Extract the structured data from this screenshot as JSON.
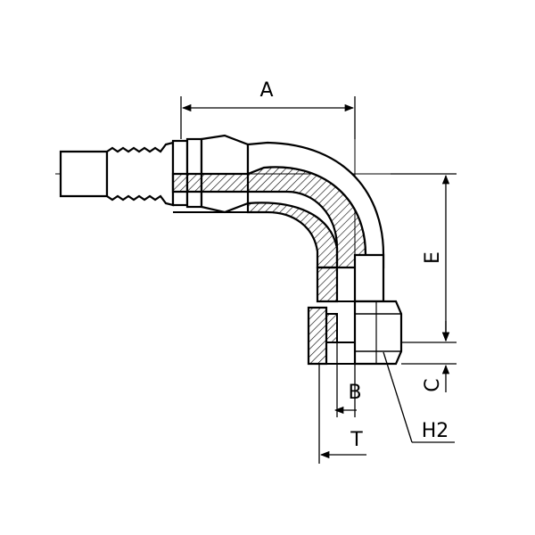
{
  "diagram": {
    "labels": {
      "a": "A",
      "b": "B",
      "c": "C",
      "e": "E",
      "h2": "H2",
      "t": "T"
    }
  }
}
